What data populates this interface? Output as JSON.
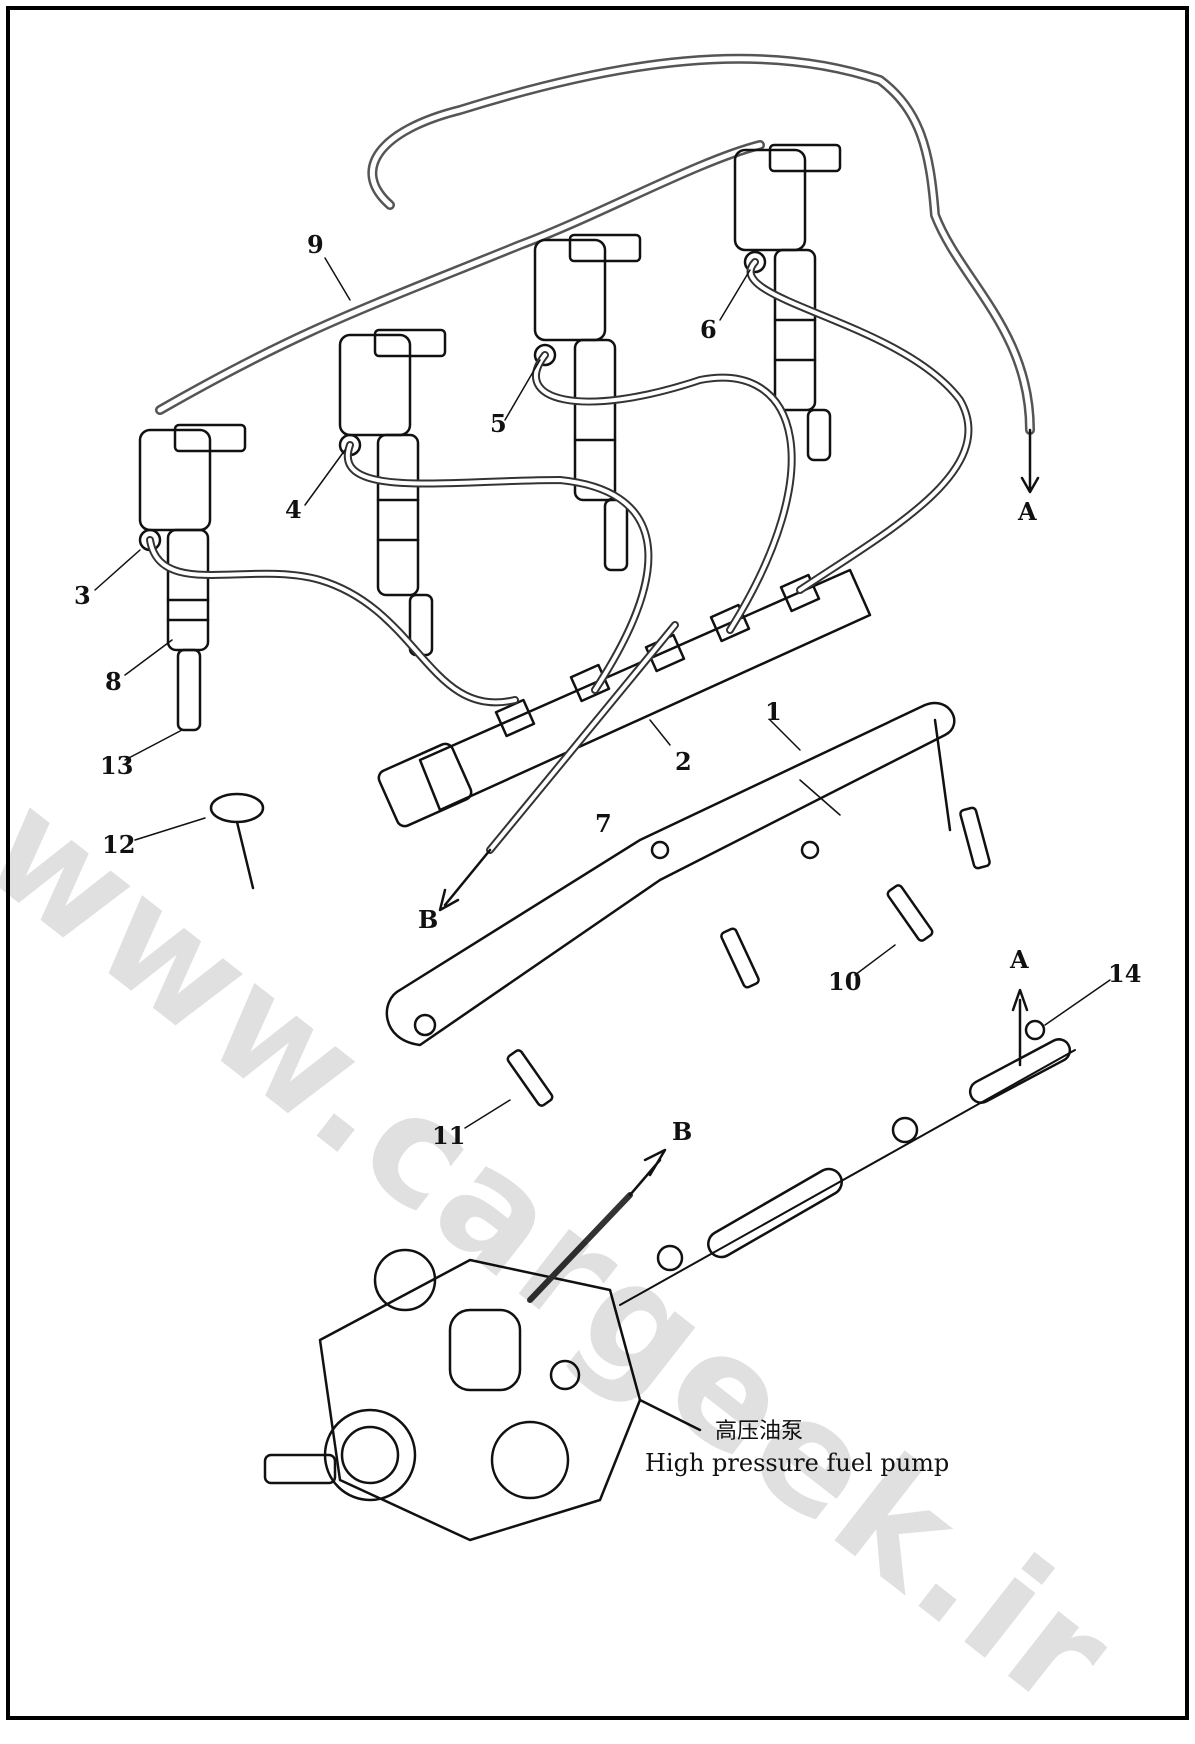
{
  "callouts": [
    {
      "id": "1",
      "text": "1"
    },
    {
      "id": "2",
      "text": "2"
    },
    {
      "id": "3",
      "text": "3"
    },
    {
      "id": "4",
      "text": "4"
    },
    {
      "id": "5",
      "text": "5"
    },
    {
      "id": "6",
      "text": "6"
    },
    {
      "id": "7",
      "text": "7"
    },
    {
      "id": "8",
      "text": "8"
    },
    {
      "id": "9",
      "text": "9"
    },
    {
      "id": "10",
      "text": "10"
    },
    {
      "id": "11",
      "text": "11"
    },
    {
      "id": "12",
      "text": "12"
    },
    {
      "id": "13",
      "text": "13"
    },
    {
      "id": "14",
      "text": "14"
    }
  ],
  "connectors": {
    "a_top": "A",
    "a_bottom": "A",
    "b_top": "B",
    "b_bottom": "B"
  },
  "caption": {
    "chinese": "高压油泵",
    "english": "High pressure fuel pump"
  },
  "watermark": "www.cargeek.ir",
  "colors": {
    "ink": "#111111",
    "background": "#ffffff",
    "frame": "#000000"
  }
}
